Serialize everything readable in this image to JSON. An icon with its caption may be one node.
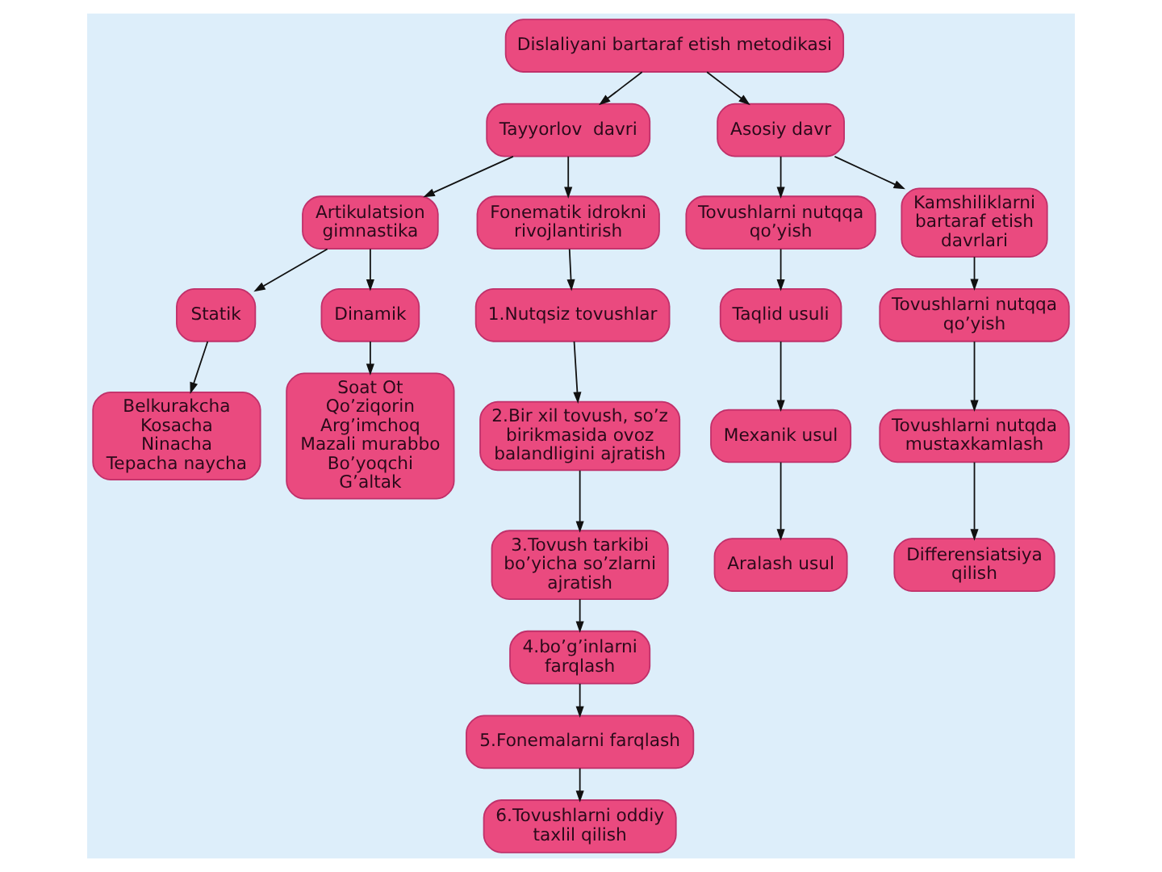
{
  "diagram": {
    "nodes": [
      {
        "text": [
          "Dislaliyani bartaraf etish metodikasi"
        ]
      },
      {
        "text": [
          "Tayyorlov  davri"
        ]
      },
      {
        "text": [
          "Asosiy davr"
        ]
      },
      {
        "text": [
          "Artikulatsion gimnastika"
        ]
      },
      {
        "text": [
          "Fonematik idrokni rivojlantirish"
        ]
      },
      {
        "text": [
          "Tovushlarni nutqqa qo’yish"
        ]
      },
      {
        "text": [
          "Kamshiliklarni bartaraf etish davrlari"
        ]
      },
      {
        "text": [
          "Statik"
        ]
      },
      {
        "text": [
          "Dinamik"
        ]
      },
      {
        "text": [
          "1.Nutqsiz tovushlar"
        ]
      },
      {
        "text": [
          "Taqlid usuli"
        ]
      },
      {
        "text": [
          "Tovushlarni nutqqa qo’yish"
        ]
      },
      {
        "text": [
          "2.Bir xil tovush, so’z birikmasida ovoz balandligini ajratish"
        ]
      },
      {
        "text": [
          "Mexanik usul"
        ]
      },
      {
        "text": [
          "Tovushlarni nutqda mustaxkamlash"
        ]
      },
      {
        "text": [
          "Belkurakcha Kosacha Ninacha Tepacha naycha"
        ]
      },
      {
        "text": [
          "Soat Ot Qo’ziqorin Arg’imchoq Mazali murabbo Bo’yoqchi G’altak"
        ]
      },
      {
        "text": [
          "3.Tovush tarkibi bo’yicha so’zlarni ajratish"
        ]
      },
      {
        "text": [
          "4.bo’g’inlarni farqlash"
        ]
      },
      {
        "text": [
          "5.Fonemalarni farqlash"
        ]
      },
      {
        "text": [
          "Aralash usul"
        ]
      },
      {
        "text": [
          "Differensiatsiya qilish"
        ]
      },
      {
        "text": [
          "6.Tovushlarni oddiy taxlil qilish"
        ]
      }
    ],
    "edges": [
      {
        "from": 0,
        "to": 1,
        "arrow": "to"
      },
      {
        "from": 0,
        "to": 2,
        "arrow": "to"
      },
      {
        "from": 1,
        "to": 3,
        "arrow": "to"
      },
      {
        "from": 1,
        "to": 4,
        "arrow": "to"
      },
      {
        "from": 2,
        "to": 5,
        "arrow": "to"
      },
      {
        "from": 2,
        "to": 6,
        "arrow": "to"
      },
      {
        "from": 3,
        "to": 7,
        "arrow": "to"
      },
      {
        "from": 3,
        "to": 8,
        "arrow": "to"
      },
      {
        "from": 4,
        "to": 9,
        "arrow": "to"
      },
      {
        "from": 5,
        "to": 10,
        "arrow": "to"
      },
      {
        "from": 6,
        "to": 11,
        "arrow": "to"
      },
      {
        "from": 9,
        "to": 12,
        "arrow": "to"
      },
      {
        "from": 10,
        "to": 13,
        "arrow": "to"
      },
      {
        "from": 11,
        "to": 14,
        "arrow": "to"
      },
      {
        "from": 7,
        "to": 15,
        "arrow": "to"
      },
      {
        "from": 8,
        "to": 16,
        "arrow": "to"
      },
      {
        "from": 12,
        "to": 17,
        "arrow": "to"
      },
      {
        "from": 17,
        "to": 18,
        "arrow": "to"
      },
      {
        "from": 18,
        "to": 19,
        "arrow": "to"
      },
      {
        "from": 19,
        "to": 22,
        "arrow": "to"
      },
      {
        "from": 13,
        "to": 20,
        "arrow": "to"
      },
      {
        "from": 14,
        "to": 21,
        "arrow": "to"
      }
    ]
  }
}
